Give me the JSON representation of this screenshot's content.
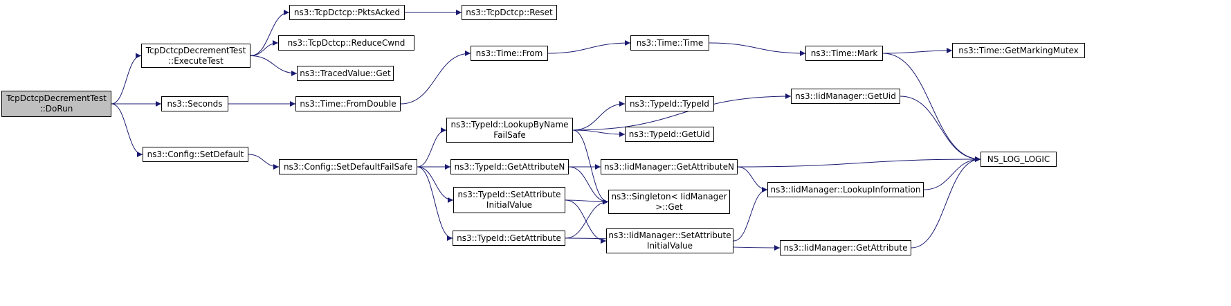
{
  "colors": {
    "edge": "#191970",
    "root_fill": "#bfbfbf",
    "node_fill": "#ffffff",
    "border": "#000000"
  },
  "nodes": [
    {
      "id": "root",
      "lines": [
        "TcpDctcpDecrementTest",
        "::DoRun"
      ],
      "root": true
    },
    {
      "id": "execute",
      "lines": [
        "TcpDctcpDecrementTest",
        "::ExecuteTest"
      ]
    },
    {
      "id": "seconds",
      "lines": [
        "ns3::Seconds"
      ]
    },
    {
      "id": "cfg_setdefault",
      "lines": [
        "ns3::Config::SetDefault"
      ]
    },
    {
      "id": "pktsacked",
      "lines": [
        "ns3::TcpDctcp::PktsAcked"
      ]
    },
    {
      "id": "reducecwnd",
      "lines": [
        "ns3::TcpDctcp::ReduceCwnd"
      ]
    },
    {
      "id": "tracedget",
      "lines": [
        "ns3::TracedValue::Get"
      ]
    },
    {
      "id": "fromdouble",
      "lines": [
        "ns3::Time::FromDouble"
      ]
    },
    {
      "id": "cfg_failsafe",
      "lines": [
        "ns3::Config::SetDefaultFailSafe"
      ]
    },
    {
      "id": "reset",
      "lines": [
        "ns3::TcpDctcp::Reset"
      ]
    },
    {
      "id": "timefrom",
      "lines": [
        "ns3::Time::From"
      ]
    },
    {
      "id": "lookup_failsafe",
      "lines": [
        "ns3::TypeId::LookupByName",
        "FailSafe"
      ]
    },
    {
      "id": "tid_getattrn",
      "lines": [
        "ns3::TypeId::GetAttributeN"
      ]
    },
    {
      "id": "tid_setattr",
      "lines": [
        "ns3::TypeId::SetAttribute",
        "InitialValue"
      ]
    },
    {
      "id": "tid_getattr",
      "lines": [
        "ns3::TypeId::GetAttribute"
      ]
    },
    {
      "id": "timetime",
      "lines": [
        "ns3::Time::Time"
      ]
    },
    {
      "id": "tid_typeid",
      "lines": [
        "ns3::TypeId::TypeId"
      ]
    },
    {
      "id": "tid_getuid",
      "lines": [
        "ns3::TypeId::GetUid"
      ]
    },
    {
      "id": "iid_getattrn",
      "lines": [
        "ns3::IidManager::GetAttributeN"
      ]
    },
    {
      "id": "singleton_get",
      "lines": [
        "ns3::Singleton< IidManager",
        " >::Get"
      ]
    },
    {
      "id": "iid_setattr",
      "lines": [
        "ns3::IidManager::SetAttribute",
        "InitialValue"
      ]
    },
    {
      "id": "timemark",
      "lines": [
        "ns3::Time::Mark"
      ]
    },
    {
      "id": "iid_getuid",
      "lines": [
        "ns3::IidManager::GetUid"
      ]
    },
    {
      "id": "iid_lookupinfo",
      "lines": [
        "ns3::IidManager::LookupInformation"
      ]
    },
    {
      "id": "iid_getattr",
      "lines": [
        "ns3::IidManager::GetAttribute"
      ]
    },
    {
      "id": "markingmutex",
      "lines": [
        "ns3::Time::GetMarkingMutex"
      ]
    },
    {
      "id": "nslog",
      "lines": [
        "NS_LOG_LOGIC"
      ]
    }
  ],
  "edges": [
    [
      "root",
      "execute"
    ],
    [
      "root",
      "seconds"
    ],
    [
      "root",
      "cfg_setdefault"
    ],
    [
      "execute",
      "pktsacked"
    ],
    [
      "execute",
      "reducecwnd"
    ],
    [
      "execute",
      "tracedget"
    ],
    [
      "pktsacked",
      "reset"
    ],
    [
      "seconds",
      "fromdouble"
    ],
    [
      "fromdouble",
      "timefrom"
    ],
    [
      "timefrom",
      "timetime"
    ],
    [
      "timetime",
      "timemark"
    ],
    [
      "timemark",
      "markingmutex"
    ],
    [
      "timemark",
      "nslog"
    ],
    [
      "cfg_setdefault",
      "cfg_failsafe"
    ],
    [
      "cfg_failsafe",
      "lookup_failsafe"
    ],
    [
      "cfg_failsafe",
      "tid_getattrn"
    ],
    [
      "cfg_failsafe",
      "tid_setattr"
    ],
    [
      "cfg_failsafe",
      "tid_getattr"
    ],
    [
      "lookup_failsafe",
      "iid_getuid"
    ],
    [
      "lookup_failsafe",
      "tid_typeid"
    ],
    [
      "lookup_failsafe",
      "tid_getuid"
    ],
    [
      "lookup_failsafe",
      "singleton_get"
    ],
    [
      "tid_getattrn",
      "iid_getattrn"
    ],
    [
      "tid_getattrn",
      "singleton_get"
    ],
    [
      "tid_setattr",
      "singleton_get"
    ],
    [
      "tid_setattr",
      "iid_setattr"
    ],
    [
      "tid_getattr",
      "singleton_get"
    ],
    [
      "tid_getattr",
      "iid_getattr"
    ],
    [
      "iid_getuid",
      "nslog"
    ],
    [
      "iid_getattrn",
      "nslog"
    ],
    [
      "iid_getattrn",
      "iid_lookupinfo"
    ],
    [
      "iid_lookupinfo",
      "nslog"
    ],
    [
      "iid_setattr",
      "iid_lookupinfo"
    ],
    [
      "iid_getattr",
      "nslog"
    ]
  ]
}
